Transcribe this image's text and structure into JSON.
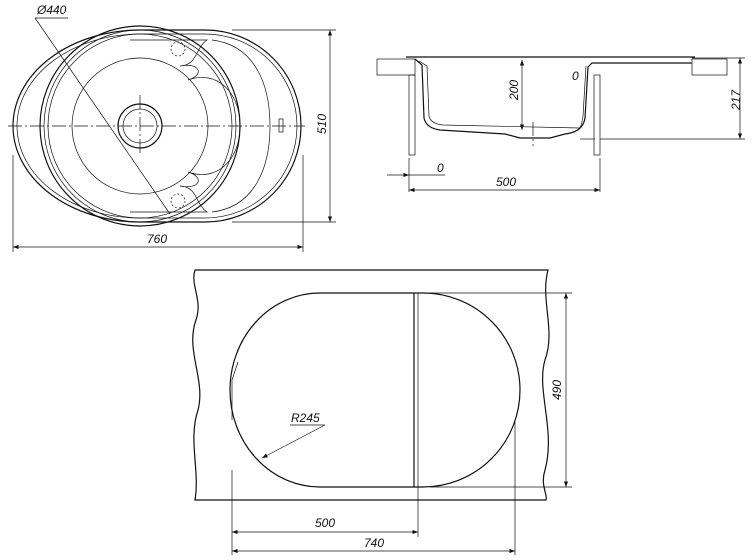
{
  "top_view": {
    "diameter_label": "Ø440",
    "width_label": "760",
    "height_label": "510"
  },
  "side_view": {
    "depth_label": "200",
    "offset_label": "0",
    "width_label": "500",
    "total_height_label": "217",
    "marker_label": "0"
  },
  "cutout_view": {
    "height_label": "490",
    "radius_label": "R245",
    "bowl_width_label": "500",
    "total_width_label": "740"
  }
}
